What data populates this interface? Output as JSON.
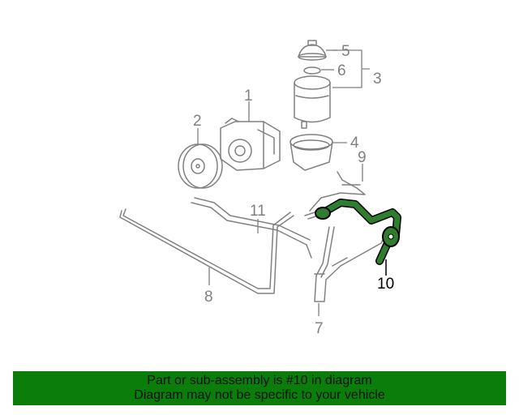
{
  "diagram": {
    "callouts": {
      "c1": "1",
      "c2": "2",
      "c3": "3",
      "c4": "4",
      "c5": "5",
      "c6": "6",
      "c7": "7",
      "c8": "8",
      "c9": "9",
      "c10": "10",
      "c11": "11"
    },
    "highlight_part": "10",
    "colors": {
      "line": "#808080",
      "highlight": "#2f7d2f",
      "highlight_outline": "#000000"
    }
  },
  "banner": {
    "line1": "Part or sub-assembly is #10 in diagram",
    "line2": "Diagram may not be specific to your vehicle",
    "background": "#0a7d0a"
  }
}
